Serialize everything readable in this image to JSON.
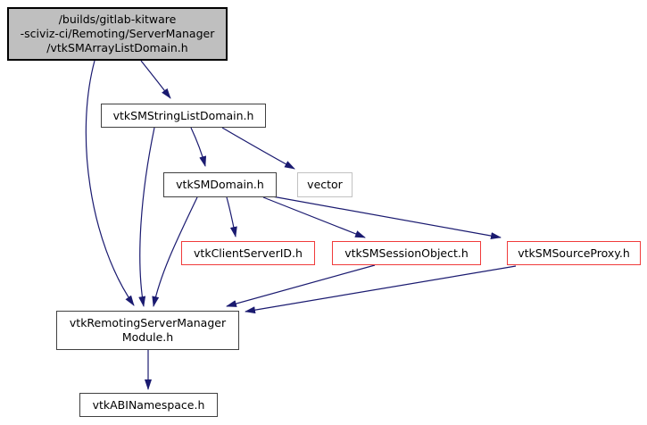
{
  "colors": {
    "edge": "#1a1a70",
    "current-fill": "#bfbfbf",
    "current-border": "#000000",
    "node-border": "#404040",
    "truncated-border": "#f03b3b",
    "external-border": "#c2c2c2",
    "node-fill": "#ffffff",
    "text": "#000000",
    "background": "#ffffff"
  },
  "nodes": {
    "arraylistdomain": {
      "type": "current",
      "lines": [
        "/builds/gitlab-kitware",
        "-sciviz-ci/Remoting/ServerManager",
        "/vtkSMArrayListDomain.h"
      ]
    },
    "stringlistdomain": {
      "type": "header",
      "label": "vtkSMStringListDomain.h"
    },
    "domain": {
      "type": "header",
      "label": "vtkSMDomain.h"
    },
    "vector": {
      "type": "external",
      "label": "vector"
    },
    "clientserverid": {
      "type": "truncated",
      "label": "vtkClientServerID.h"
    },
    "sessionobject": {
      "type": "truncated",
      "label": "vtkSMSessionObject.h"
    },
    "sourceproxy": {
      "type": "truncated",
      "label": "vtkSMSourceProxy.h"
    },
    "module": {
      "type": "header",
      "lines": [
        "vtkRemotingServerManager",
        "Module.h"
      ]
    },
    "abinamespace": {
      "type": "header",
      "label": "vtkABINamespace.h"
    }
  },
  "edges": [
    {
      "from": "arraylistdomain",
      "to": "stringlistdomain"
    },
    {
      "from": "arraylistdomain",
      "to": "module"
    },
    {
      "from": "stringlistdomain",
      "to": "domain"
    },
    {
      "from": "stringlistdomain",
      "to": "vector"
    },
    {
      "from": "stringlistdomain",
      "to": "module"
    },
    {
      "from": "domain",
      "to": "clientserverid"
    },
    {
      "from": "domain",
      "to": "sessionobject"
    },
    {
      "from": "domain",
      "to": "sourceproxy"
    },
    {
      "from": "domain",
      "to": "module"
    },
    {
      "from": "sessionobject",
      "to": "module"
    },
    {
      "from": "sourceproxy",
      "to": "module"
    },
    {
      "from": "module",
      "to": "abinamespace"
    }
  ]
}
